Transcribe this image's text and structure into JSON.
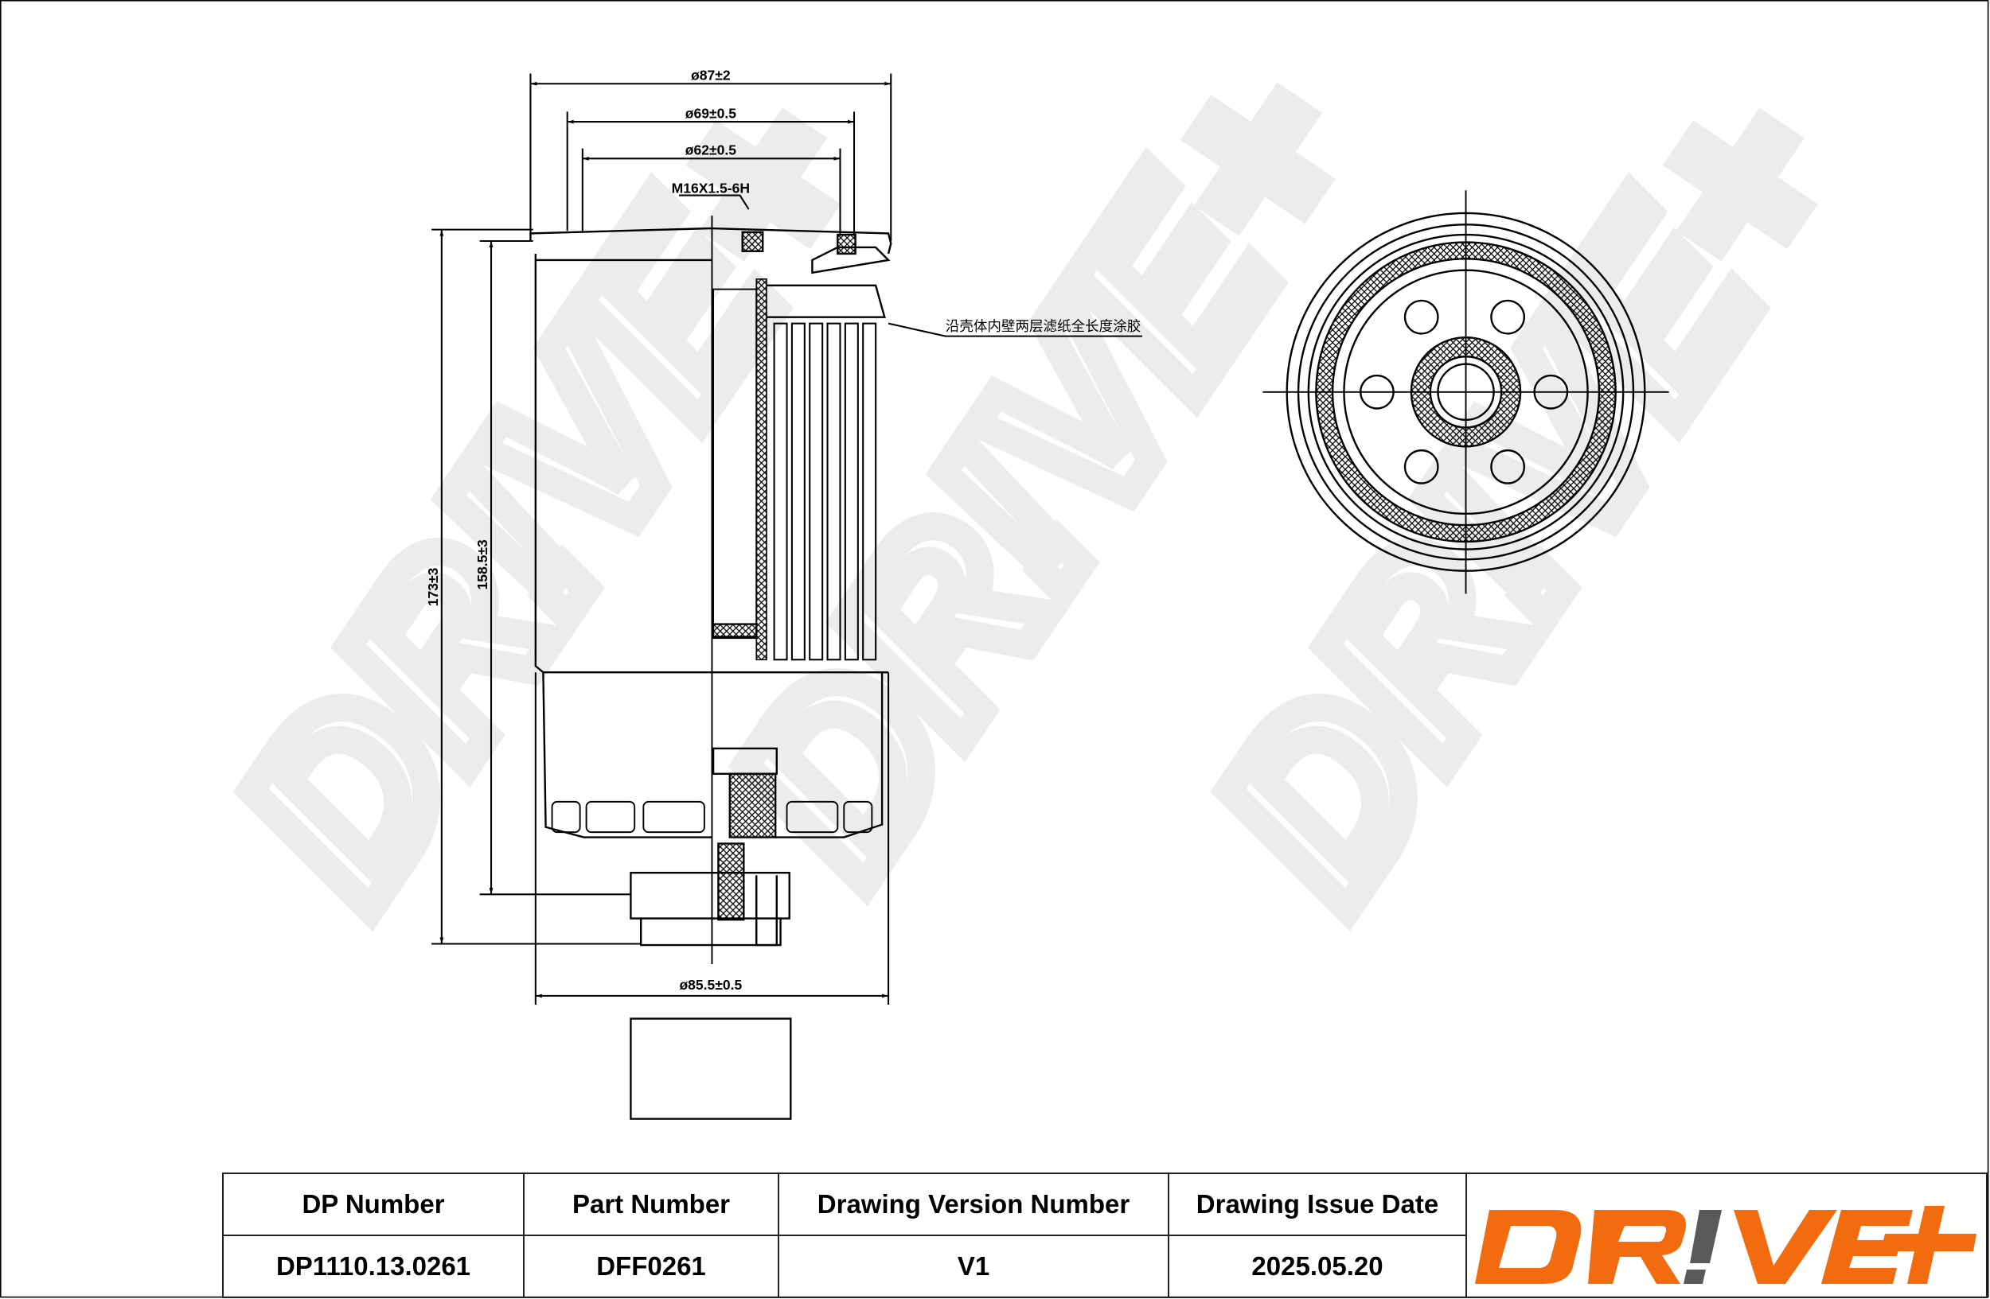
{
  "drawing": {
    "dimensions": {
      "outer_diameter": "ø87±2",
      "gasket_outer": "ø69±0.5",
      "gasket_inner": "ø62±0.5",
      "thread": "M16X1.5-6H",
      "total_height": "173±3",
      "body_height": "158.5±3",
      "body_diameter": "ø85.5±0.5"
    },
    "note": "沿壳体内壁两层滤纸全长度涂胶",
    "watermark": "DR!VE+"
  },
  "title_block": {
    "headers": [
      "DP Number",
      "Part Number",
      "Drawing Version Number",
      "Drawing Issue Date"
    ],
    "values": [
      "DP1110.13.0261",
      "DFF0261",
      "V1",
      "2025.05.20"
    ],
    "logo_text": "DR!VE+",
    "logo_colors": {
      "primary": "#f26b0f",
      "accent": "#58595b"
    }
  }
}
